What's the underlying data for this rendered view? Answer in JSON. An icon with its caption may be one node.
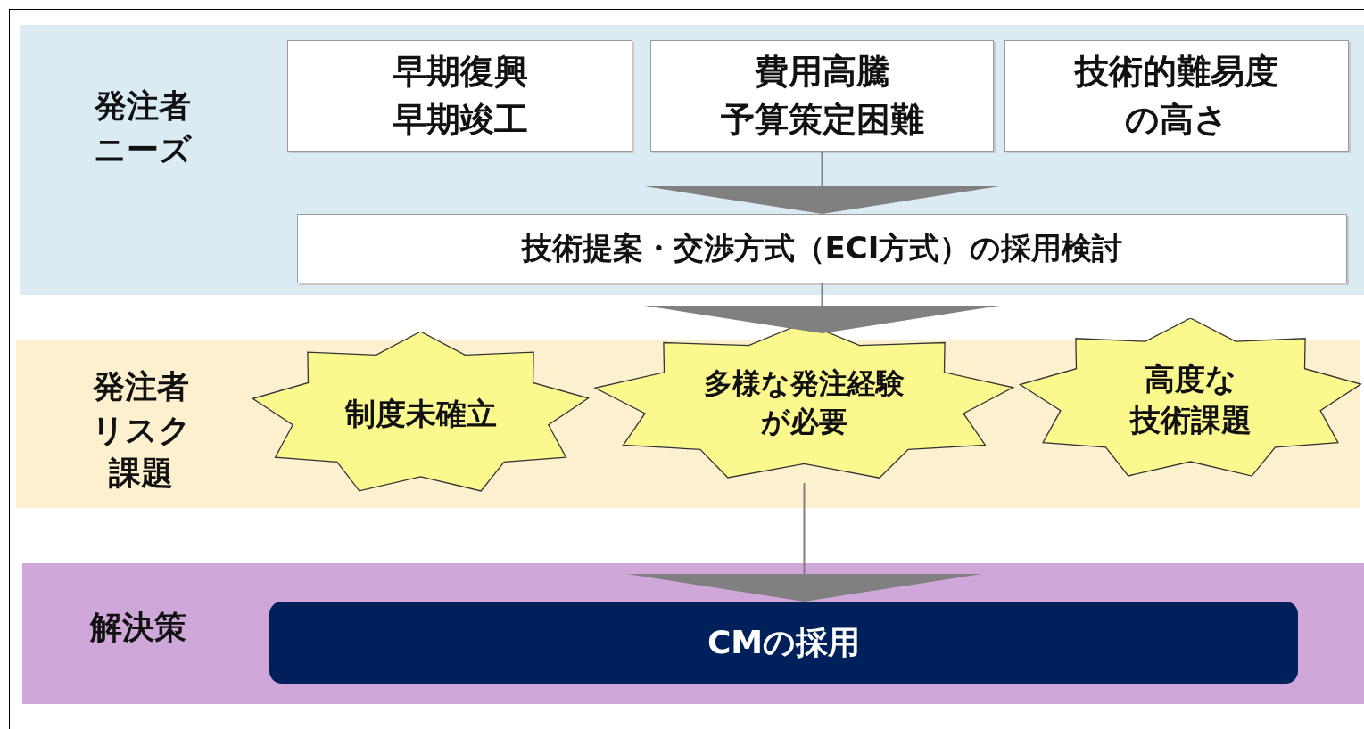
{
  "diagram": {
    "nodes": [
      {
        "text": [
          "発注者ニーズ"
        ]
      },
      {
        "text": [
          "早期復興早期竣工"
        ],
        "in": 0
      },
      {
        "text": [
          "費用高騰予算策定困難"
        ],
        "in": 0
      },
      {
        "text": [
          "技術的難易度の高さ"
        ],
        "in": 0
      },
      {
        "text": [
          "技術提案・交渉方式（ECI方式）の採用検討"
        ],
        "in": 0
      },
      {
        "text": [
          "発注者リスク課題"
        ]
      },
      {
        "text": [
          "制度未確立"
        ],
        "in": 5
      },
      {
        "text": [
          "多様な発注経験が必要"
        ],
        "in": 5
      },
      {
        "text": [
          "高度な技術課題"
        ],
        "in": 5
      },
      {
        "text": [
          "解決策"
        ]
      },
      {
        "text": [
          "CMの採用"
        ],
        "in": 9
      }
    ],
    "edges": [
      {
        "from": 2,
        "to": 4,
        "arrow": "to"
      },
      {
        "from": 4,
        "to": 7,
        "arrow": "to"
      },
      {
        "from": 7,
        "to": 10,
        "arrow": "to"
      }
    ]
  }
}
